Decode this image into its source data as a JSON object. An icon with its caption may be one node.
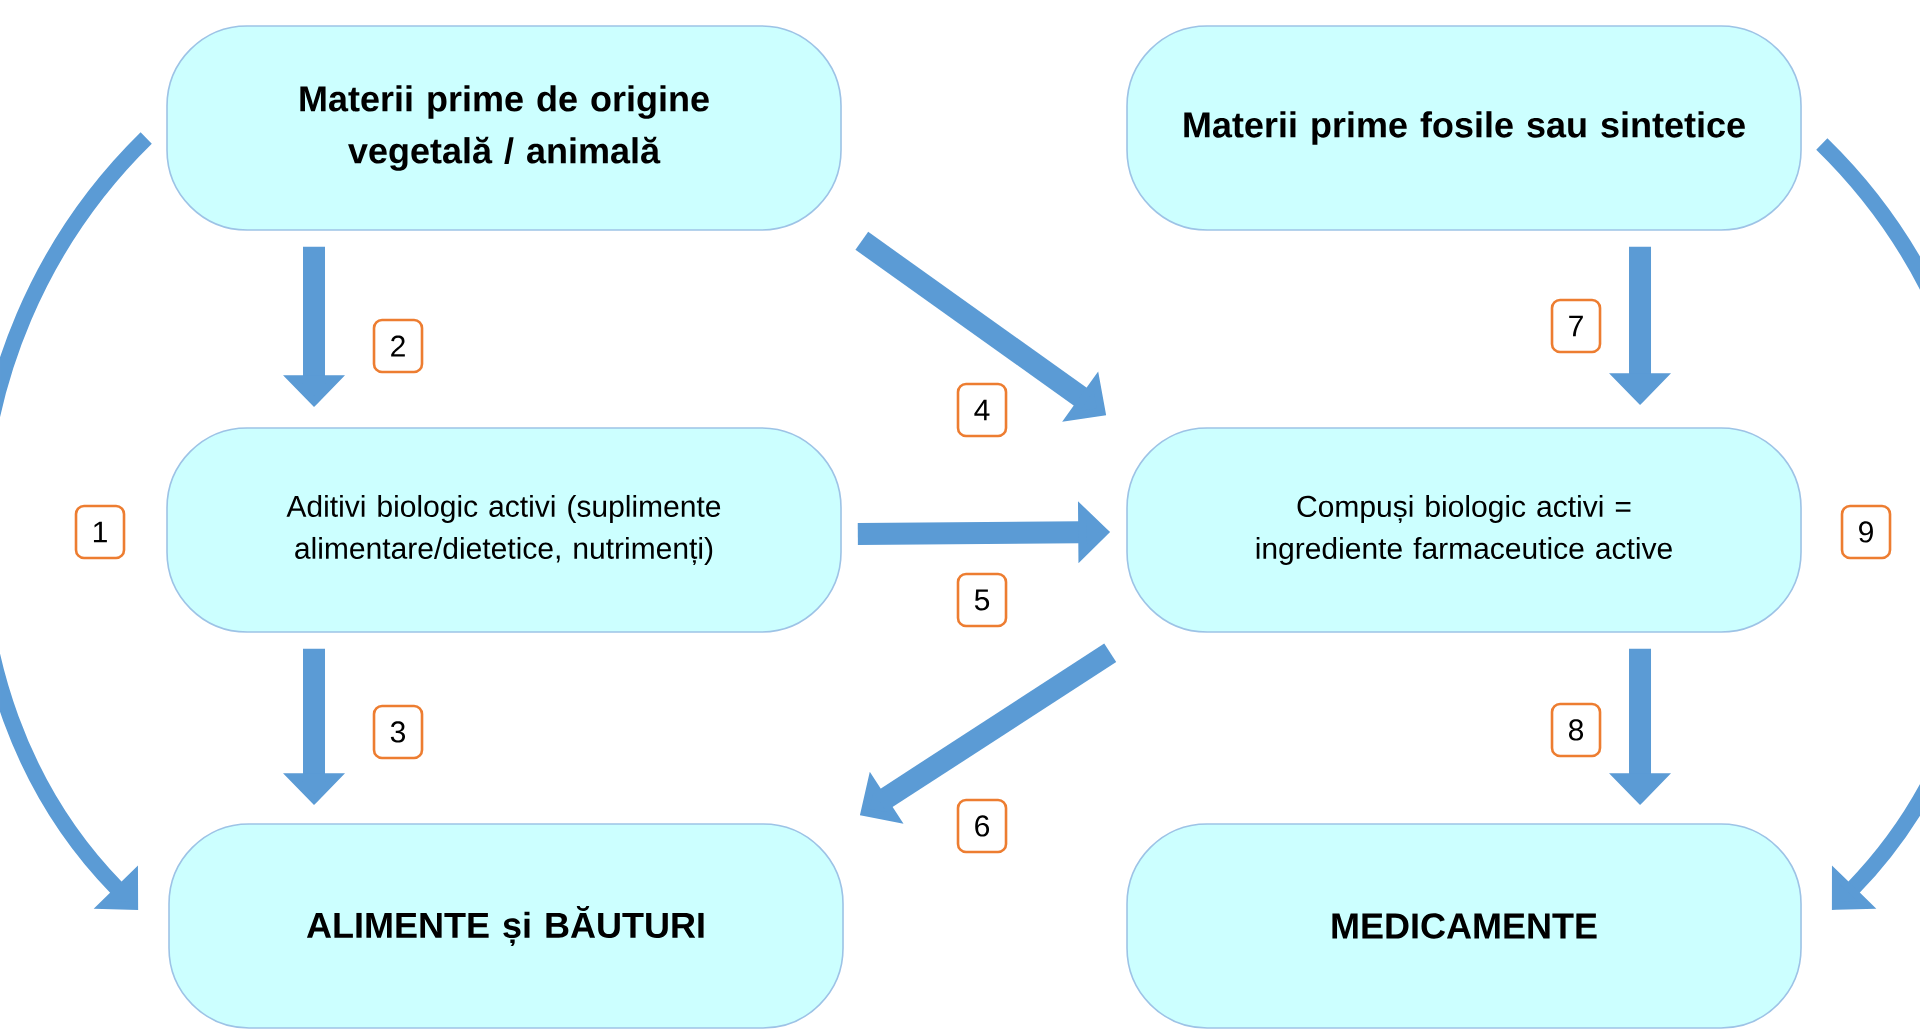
{
  "diagram": {
    "nodes": [
      {
        "text": [
          "Materii prime de origine vegetală / animală"
        ]
      },
      {
        "text": [
          "Materii prime fosile sau sintetice"
        ]
      },
      {
        "text": [
          "Aditivi biologic activi (suplimente alimentare/dietetice, nutrimenți)"
        ]
      },
      {
        "text": [
          "Compuși biologic activi = ingrediente farmaceutice active"
        ]
      },
      {
        "text": [
          "ALIMENTE și BĂUTURI"
        ]
      },
      {
        "text": [
          "MEDICAMENTE"
        ]
      }
    ],
    "edges": [
      {
        "from": 0,
        "to": 4,
        "arrow": "to",
        "label": "1"
      },
      {
        "from": 0,
        "to": 2,
        "arrow": "to",
        "label": "2"
      },
      {
        "from": 2,
        "to": 4,
        "arrow": "to",
        "label": "3"
      },
      {
        "from": 0,
        "to": 3,
        "arrow": "to",
        "label": "4"
      },
      {
        "from": 2,
        "to": 3,
        "arrow": "to",
        "label": "5"
      },
      {
        "from": 3,
        "to": 4,
        "arrow": "to",
        "label": "6"
      },
      {
        "from": 1,
        "to": 3,
        "arrow": "to",
        "label": "7"
      },
      {
        "from": 3,
        "to": 5,
        "arrow": "to",
        "label": "8"
      },
      {
        "from": 1,
        "to": 5,
        "arrow": "to",
        "label": "9"
      }
    ]
  }
}
